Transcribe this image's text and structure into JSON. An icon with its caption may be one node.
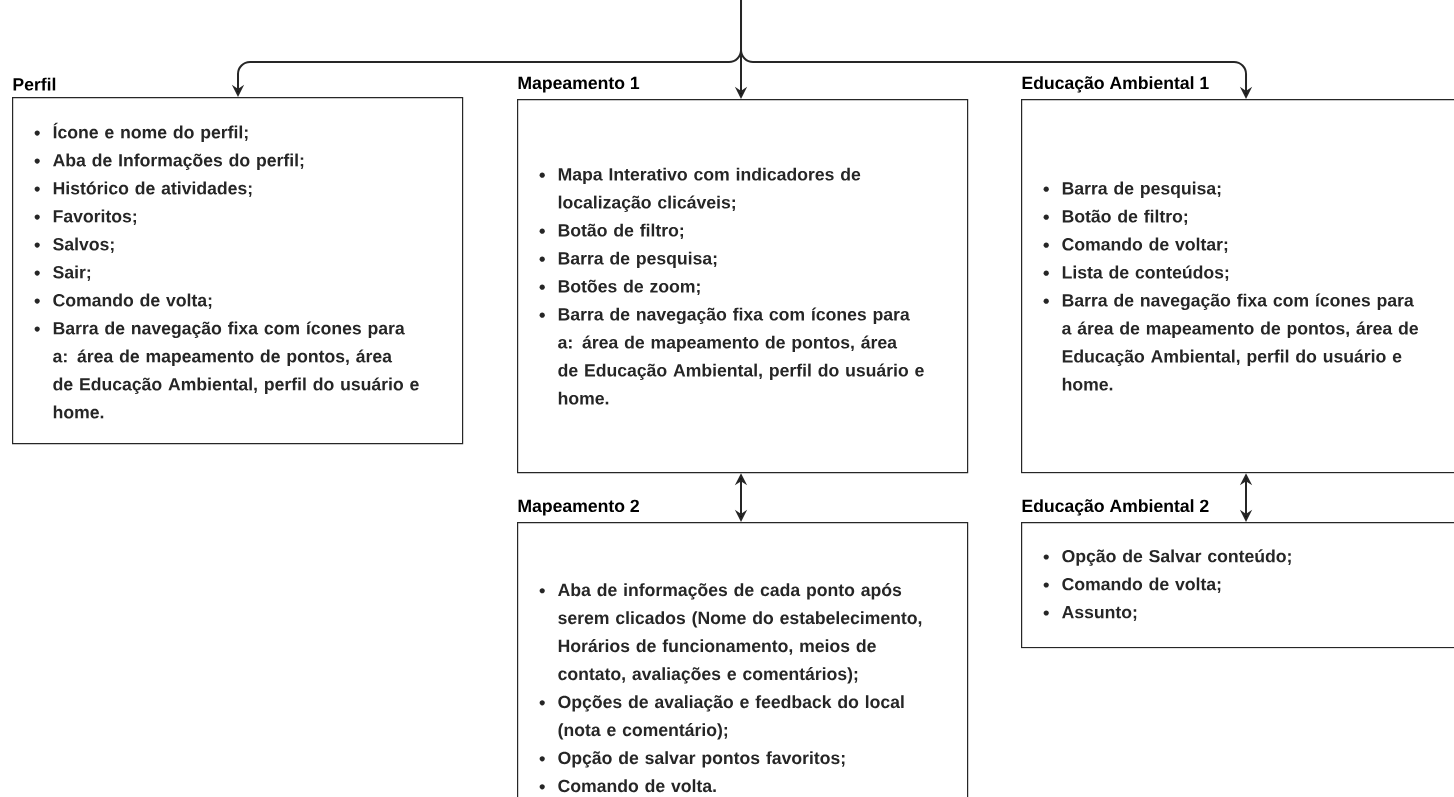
{
  "diagram": {
    "nodes": [
      {
        "text": [
          "Perfil",
          "Ícone e nome do perfil;",
          "Aba de Informações do perfil;",
          "Histórico de atividades;",
          "Favoritos;",
          "Salvos;",
          "Sair;",
          "Comando de volta;",
          "Barra de navegação fixa com ícones para a: área de mapeamento de pontos, área de Educação Ambiental, perfil do usuário e home."
        ]
      },
      {
        "text": [
          "Mapeamento 1",
          "Mapa Interativo com indicadores de localização clicáveis;",
          "Botão de filtro;",
          "Barra de pesquisa;",
          "Botões de zoom;",
          "Barra de navegação fixa com ícones para a: área de mapeamento de pontos, área de Educação Ambiental, perfil do usuário e home."
        ]
      },
      {
        "text": [
          "Educação Ambiental 1",
          "Barra de pesquisa;",
          "Botão de filtro;",
          "Comando de voltar;",
          "Lista de conteúdos;",
          "Barra de navegação fixa com ícones para a área de mapeamento de pontos, área de Educação Ambiental, perfil do usuário e home."
        ]
      },
      {
        "text": [
          "Mapeamento 2",
          "Aba de informações de cada ponto após serem clicados (Nome do estabelecimento, Horários de funcionamento, meios de contato, avaliações e comentários);",
          "Opções de avaliação e feedback do local (nota e comentário);",
          "Opção de salvar pontos favoritos;",
          "Comando de volta."
        ]
      },
      {
        "text": [
          "Educação Ambiental 2",
          "Opção de Salvar conteúdo;",
          "Comando de volta;",
          "Assunto;"
        ]
      }
    ],
    "edges": [
      {
        "from": null,
        "to": 0,
        "arrow": "to"
      },
      {
        "from": null,
        "to": 1,
        "arrow": "to"
      },
      {
        "from": null,
        "to": 2,
        "arrow": "to"
      },
      {
        "from": 1,
        "to": 3,
        "arrow": "both"
      },
      {
        "from": 2,
        "to": 4,
        "arrow": "both"
      }
    ]
  }
}
